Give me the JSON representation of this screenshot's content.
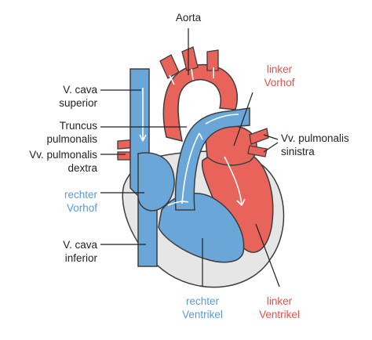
{
  "colors": {
    "oxygen_poor": "#6aa6d8",
    "oxygen_rich": "#e8635a",
    "pericardium": "#e6e6e6",
    "outline": "#3d3d3d",
    "label_dark": "#222222",
    "label_blue": "#5a9bd0",
    "label_red": "#e0524a"
  },
  "labels": {
    "aorta": "Aorta",
    "v_cava_superior_1": "V. cava",
    "v_cava_superior_2": "superior",
    "truncus_1": "Truncus",
    "truncus_2": "pulmonalis",
    "vv_pulm_dextra_1": "Vv. pulmonalis",
    "vv_pulm_dextra_2": "dextra",
    "rechter_vorhof_1": "rechter",
    "rechter_vorhof_2": "Vorhof",
    "v_cava_inferior_1": "V. cava",
    "v_cava_inferior_2": "inferior",
    "linker_vorhof_1": "linker",
    "linker_vorhof_2": "Vorhof",
    "vv_pulm_sinistra_1": "Vv. pulmonalis",
    "vv_pulm_sinistra_2": "sinistra",
    "rechter_ventrikel_1": "rechter",
    "rechter_ventrikel_2": "Ventrikel",
    "linker_ventrikel_1": "linker",
    "linker_ventrikel_2": "Ventrikel"
  }
}
